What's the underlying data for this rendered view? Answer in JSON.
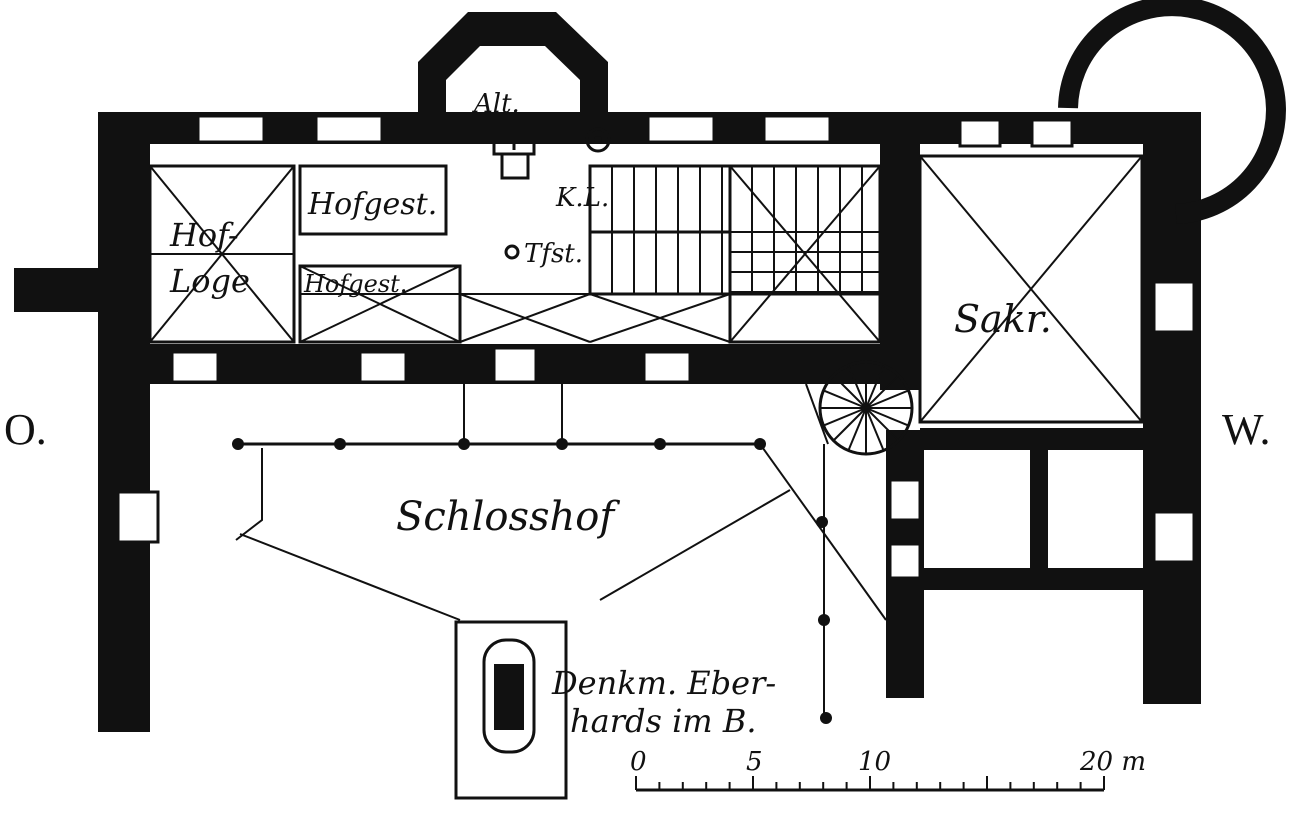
{
  "colors": {
    "ink": "#111111",
    "paper": "#ffffff"
  },
  "labels": {
    "east": "O.",
    "west": "W.",
    "altar": "Alt.",
    "kanzel": "K.L.",
    "hofgestuehl_upper": "Hofgest.",
    "hofgestuehl_lower": "Hofgest.",
    "hofloge_line1": "Hof-",
    "hofloge_line2": "Loge",
    "taufstein": "Tfst.",
    "sakristei": "Sakr.",
    "schlosshof": "Schlosshof",
    "denkmal_line1": "Denkm. Eber-",
    "denkmal_line2": "hards im B."
  },
  "scale": {
    "unit": "m",
    "ticks": [
      "0",
      "5",
      "10",
      "20 m"
    ]
  }
}
